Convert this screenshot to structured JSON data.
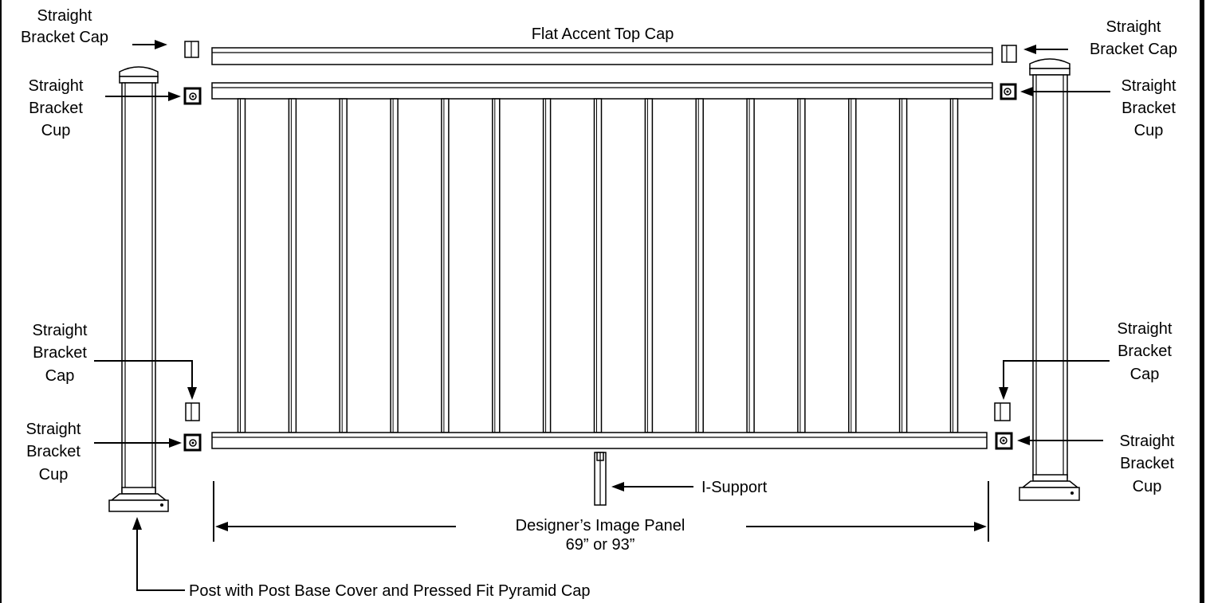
{
  "labels": {
    "flat_accent_top_cap": "Flat Accent Top Cap",
    "top_left_cap": [
      "Straight",
      "Bracket Cap"
    ],
    "top_right_cap": [
      "Straight",
      "Bracket Cap"
    ],
    "top_left_cup": [
      "Straight",
      "Bracket",
      "Cup"
    ],
    "top_right_cup": [
      "Straight",
      "Bracket",
      "Cup"
    ],
    "bottom_left_cap": [
      "Straight",
      "Bracket",
      "Cap"
    ],
    "bottom_right_cap": [
      "Straight",
      "Bracket",
      "Cap"
    ],
    "bottom_left_cup": [
      "Straight",
      "Bracket",
      "Cup"
    ],
    "bottom_right_cup": [
      "Straight",
      "Bracket",
      "Cup"
    ],
    "i_support": "I-Support",
    "panel": [
      "Designer’s Image Panel",
      "69” or 93”"
    ],
    "post": "Post with Post Base Cover and Pressed Fit Pyramid Cap"
  },
  "balusters": 15
}
